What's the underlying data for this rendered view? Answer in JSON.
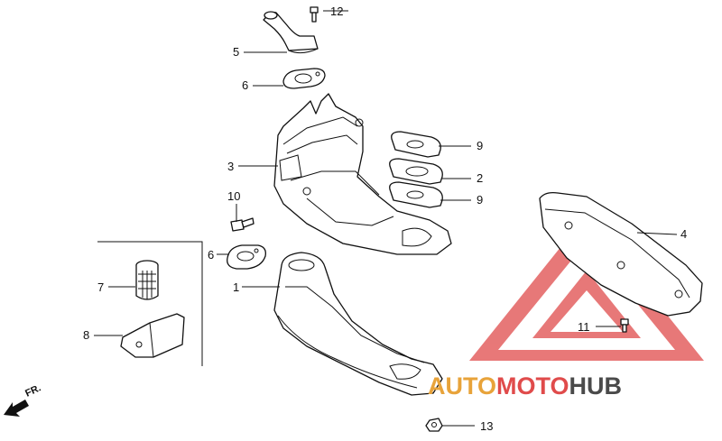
{
  "labels": {
    "p12": "12",
    "p5": "5",
    "p6a": "6",
    "p9a": "9",
    "p3": "3",
    "p2": "2",
    "p9b": "9",
    "p10": "10",
    "p4": "4",
    "p6b": "6",
    "p7": "7",
    "p1": "1",
    "p11": "11",
    "p8": "8",
    "p13": "13"
  },
  "direction": "FR.",
  "watermark": {
    "part1": "AUTO",
    "part2": "MOTO",
    "part3": "HUB",
    "colors": {
      "auto": "#e8a33a",
      "moto": "#e04b4b",
      "hub": "#4a4a4a",
      "triangle": "#e04b4b"
    }
  }
}
